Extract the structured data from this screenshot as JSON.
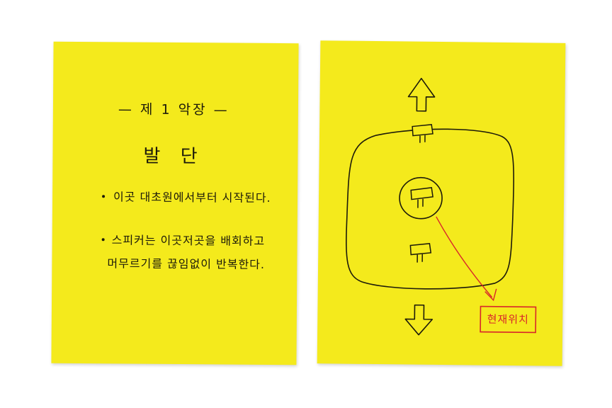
{
  "left_note": {
    "chapter_heading": "— 제 1 악장 —",
    "title": "발 단",
    "bullets": [
      {
        "text": "이곳 대초원에서부터 시작된다."
      },
      {
        "text_lines": [
          "스피커는 이곳저곳을 배회하고",
          "머무르기를 끊임없이 반복한다."
        ]
      }
    ]
  },
  "right_note": {
    "location_label": "현재위치",
    "icons": [
      "arrow-up-icon",
      "arrow-down-icon",
      "speaker-icon",
      "speaker-icon",
      "speaker-icon",
      "pointer-arrow-icon"
    ],
    "colors": {
      "pen": "#1c1a0a",
      "annotation": "#d8262a",
      "paper": "#f4ea1c"
    }
  }
}
